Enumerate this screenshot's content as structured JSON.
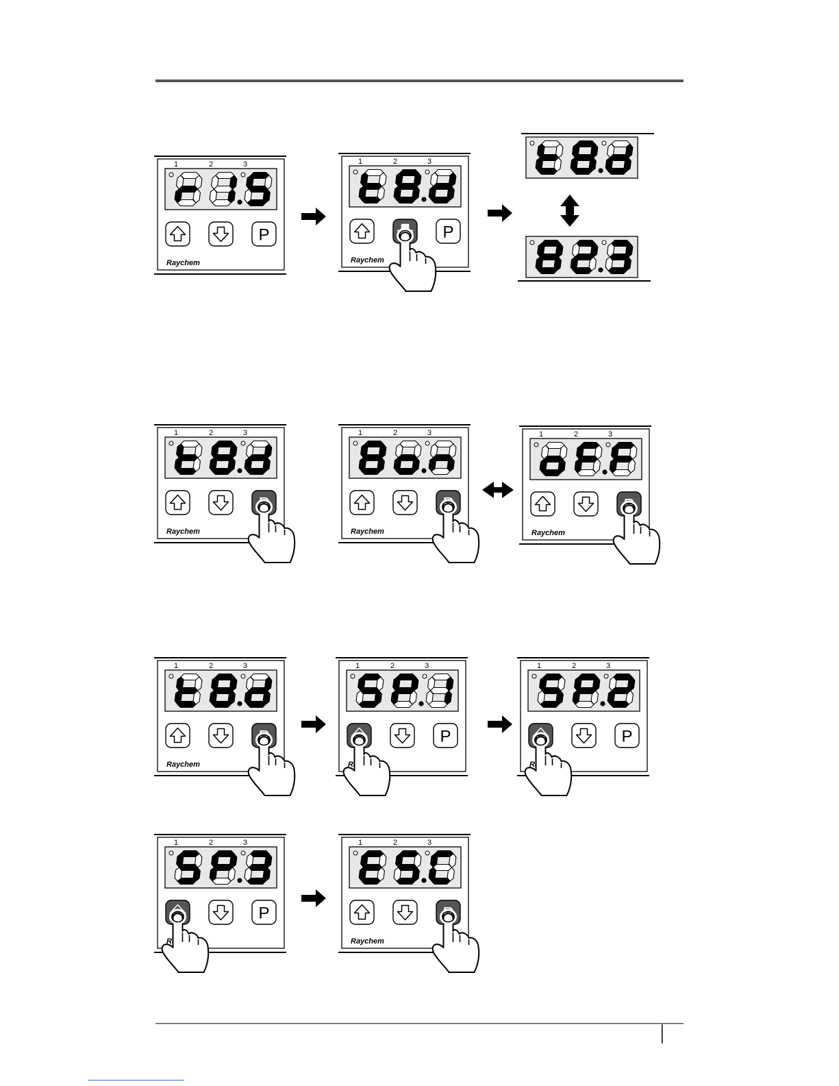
{
  "brand": "Raychem",
  "led_labels": [
    "1",
    "2",
    "3"
  ],
  "key_p_label": "P",
  "rows": [
    {
      "panels": [
        {
          "display": [
            "r",
            "1",
            "5"
          ],
          "dp": 2,
          "pressed": null
        },
        {
          "display": [
            "t",
            "8",
            "d"
          ],
          "dp": 2,
          "pressed": "down"
        }
      ],
      "alternating_displays": [
        {
          "display": [
            "t",
            "8",
            "d"
          ],
          "dp": 2
        },
        {
          "display": [
            "8",
            "2",
            "3"
          ],
          "dp": 2
        }
      ]
    },
    {
      "panels": [
        {
          "display": [
            "t",
            "8",
            "d"
          ],
          "dp": 2,
          "pressed": "p"
        },
        {
          "display": [
            "8",
            "o",
            "n"
          ],
          "dp": 2,
          "pressed": "p"
        },
        {
          "display": [
            "o",
            "F",
            "F"
          ],
          "dp": 2,
          "pressed": "p"
        }
      ]
    },
    {
      "panels": [
        {
          "display": [
            "t",
            "8",
            "d"
          ],
          "dp": 2,
          "pressed": "p"
        },
        {
          "display": [
            "S",
            "P",
            "1"
          ],
          "dp": 2,
          "pressed": "up"
        },
        {
          "display": [
            "S",
            "P",
            "2"
          ],
          "dp": 2,
          "pressed": "up"
        }
      ]
    },
    {
      "panels": [
        {
          "display": [
            "S",
            "P",
            "3"
          ],
          "dp": 2,
          "pressed": "up"
        },
        {
          "display": [
            "E",
            "S",
            "C"
          ],
          "dp": 2,
          "pressed": "p"
        }
      ]
    }
  ]
}
